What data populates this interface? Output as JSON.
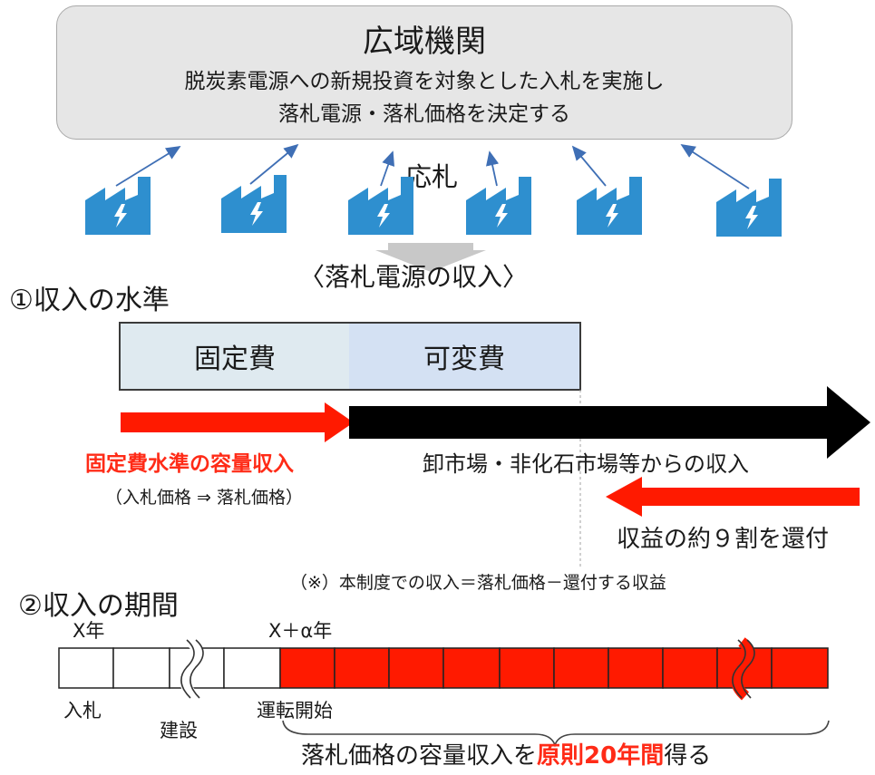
{
  "organization": {
    "title": "広域機関",
    "line1": "脱炭素電源への新規投資を対象とした入札を実施し",
    "line2": "落札電源・落札価格を決定する"
  },
  "bid_label": "応札",
  "result_heading": "〈落札電源の収入〉",
  "income_level": {
    "heading": "①収入の水準",
    "fixed_cost": "固定費",
    "variable_cost": "可変費",
    "capacity_income": "固定費水準の容量収入",
    "bid_price_note": "（入札価格 ⇒ 落札価格）",
    "market_income": "卸市場・非化石市場等からの収入",
    "refund": "収益の約９割を還付",
    "formula_note": "（※）本制度での収入＝落札価格－還付する収益"
  },
  "income_period": {
    "heading": "②収入の期間",
    "year_x": "X年",
    "year_x_alpha": "X＋α年",
    "bid_event": "入札",
    "construction_event": "建設",
    "operation_start": "運転開始",
    "caption_before": "落札価格の容量収入を",
    "caption_highlight": "原則20年間",
    "caption_after": "得る"
  },
  "colors": {
    "red": "#ff1a00",
    "black": "#000000",
    "factory_blue": "#2e8fcf",
    "arrow_blue": "#3f6fb5",
    "box_gray": "#e6e6e6"
  }
}
